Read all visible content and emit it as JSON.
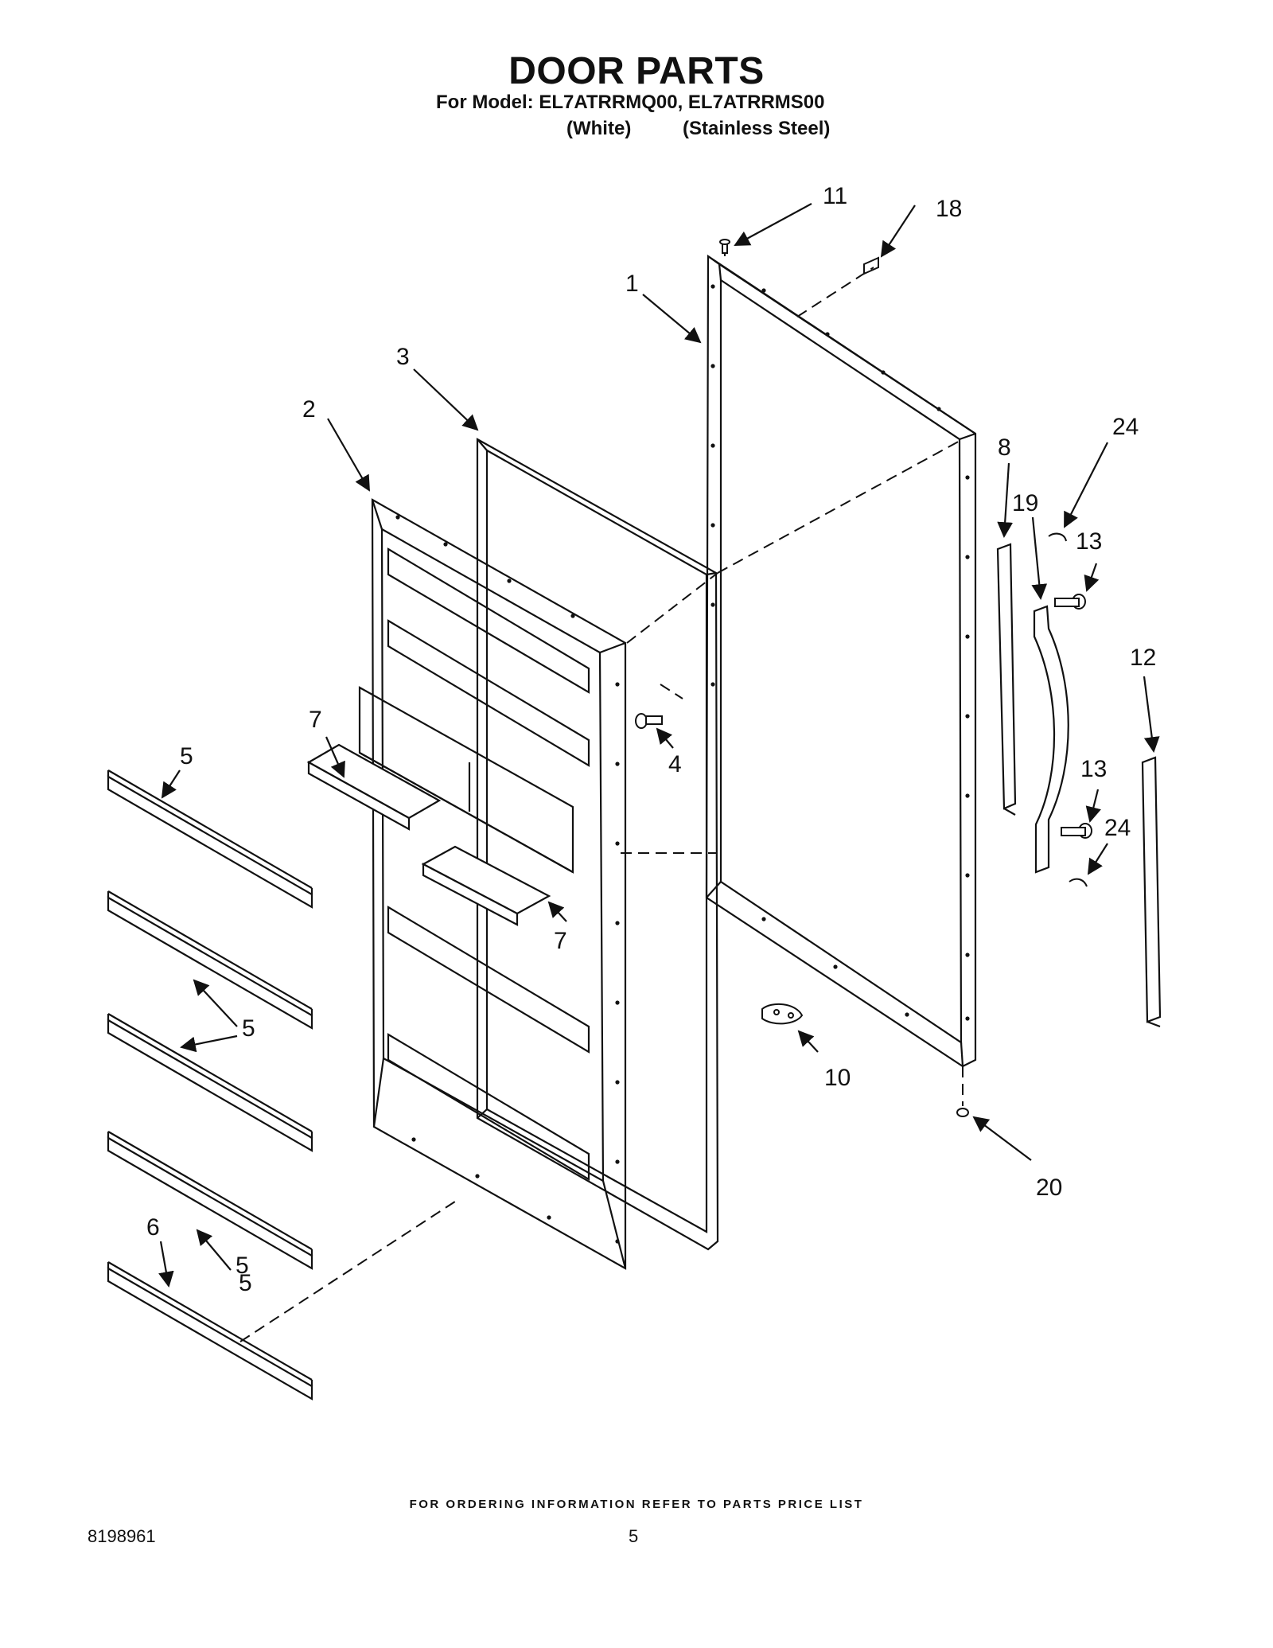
{
  "header": {
    "title": "DOOR PARTS",
    "model_line": "For Model: EL7ATRRMQ00, EL7ATRRMS00",
    "variants": [
      "(White)",
      "(Stainless Steel)"
    ]
  },
  "callouts": [
    "1",
    "2",
    "3",
    "4",
    "5",
    "5",
    "5",
    "5",
    "6",
    "7",
    "7",
    "8",
    "10",
    "11",
    "12",
    "13",
    "13",
    "18",
    "19",
    "20",
    "24",
    "24"
  ],
  "footer": {
    "note": "FOR ORDERING INFORMATION REFER TO PARTS PRICE LIST",
    "doc_number": "8198961",
    "page_number": "5"
  }
}
